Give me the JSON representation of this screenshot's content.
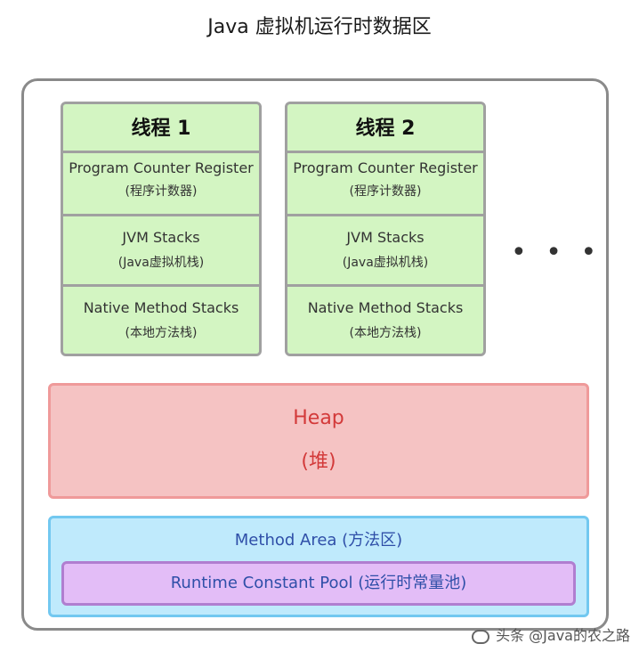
{
  "title": "Java 虚拟机运行时数据区",
  "threads": [
    {
      "name": "线程 1",
      "pc": {
        "en": "Program Counter Register",
        "zh": "(程序计数器)"
      },
      "jvm": {
        "en": "JVM Stacks",
        "zh": "(Java虚拟机栈)"
      },
      "native": {
        "en": "Native Method Stacks",
        "zh": "(本地方法栈)"
      }
    },
    {
      "name": "线程 2",
      "pc": {
        "en": "Program Counter Register",
        "zh": "(程序计数器)"
      },
      "jvm": {
        "en": "JVM Stacks",
        "zh": "(Java虚拟机栈)"
      },
      "native": {
        "en": "Native Method Stacks",
        "zh": "(本地方法栈)"
      }
    }
  ],
  "ellipsis": "• • •",
  "heap": {
    "en": "Heap",
    "zh": "(堆)"
  },
  "method_area": {
    "label": "Method Area (方法区)",
    "pool": "Runtime Constant Pool (运行时常量池)"
  },
  "watermark": "头条 @Java的农之路",
  "colors": {
    "thread_bg": "#d3f5c2",
    "heap_bg": "#f5c3c3",
    "heap_text": "#d33a3a",
    "method_bg": "#bfeafc",
    "pool_bg": "#e3bdf7",
    "method_text": "#2f4fa8"
  }
}
